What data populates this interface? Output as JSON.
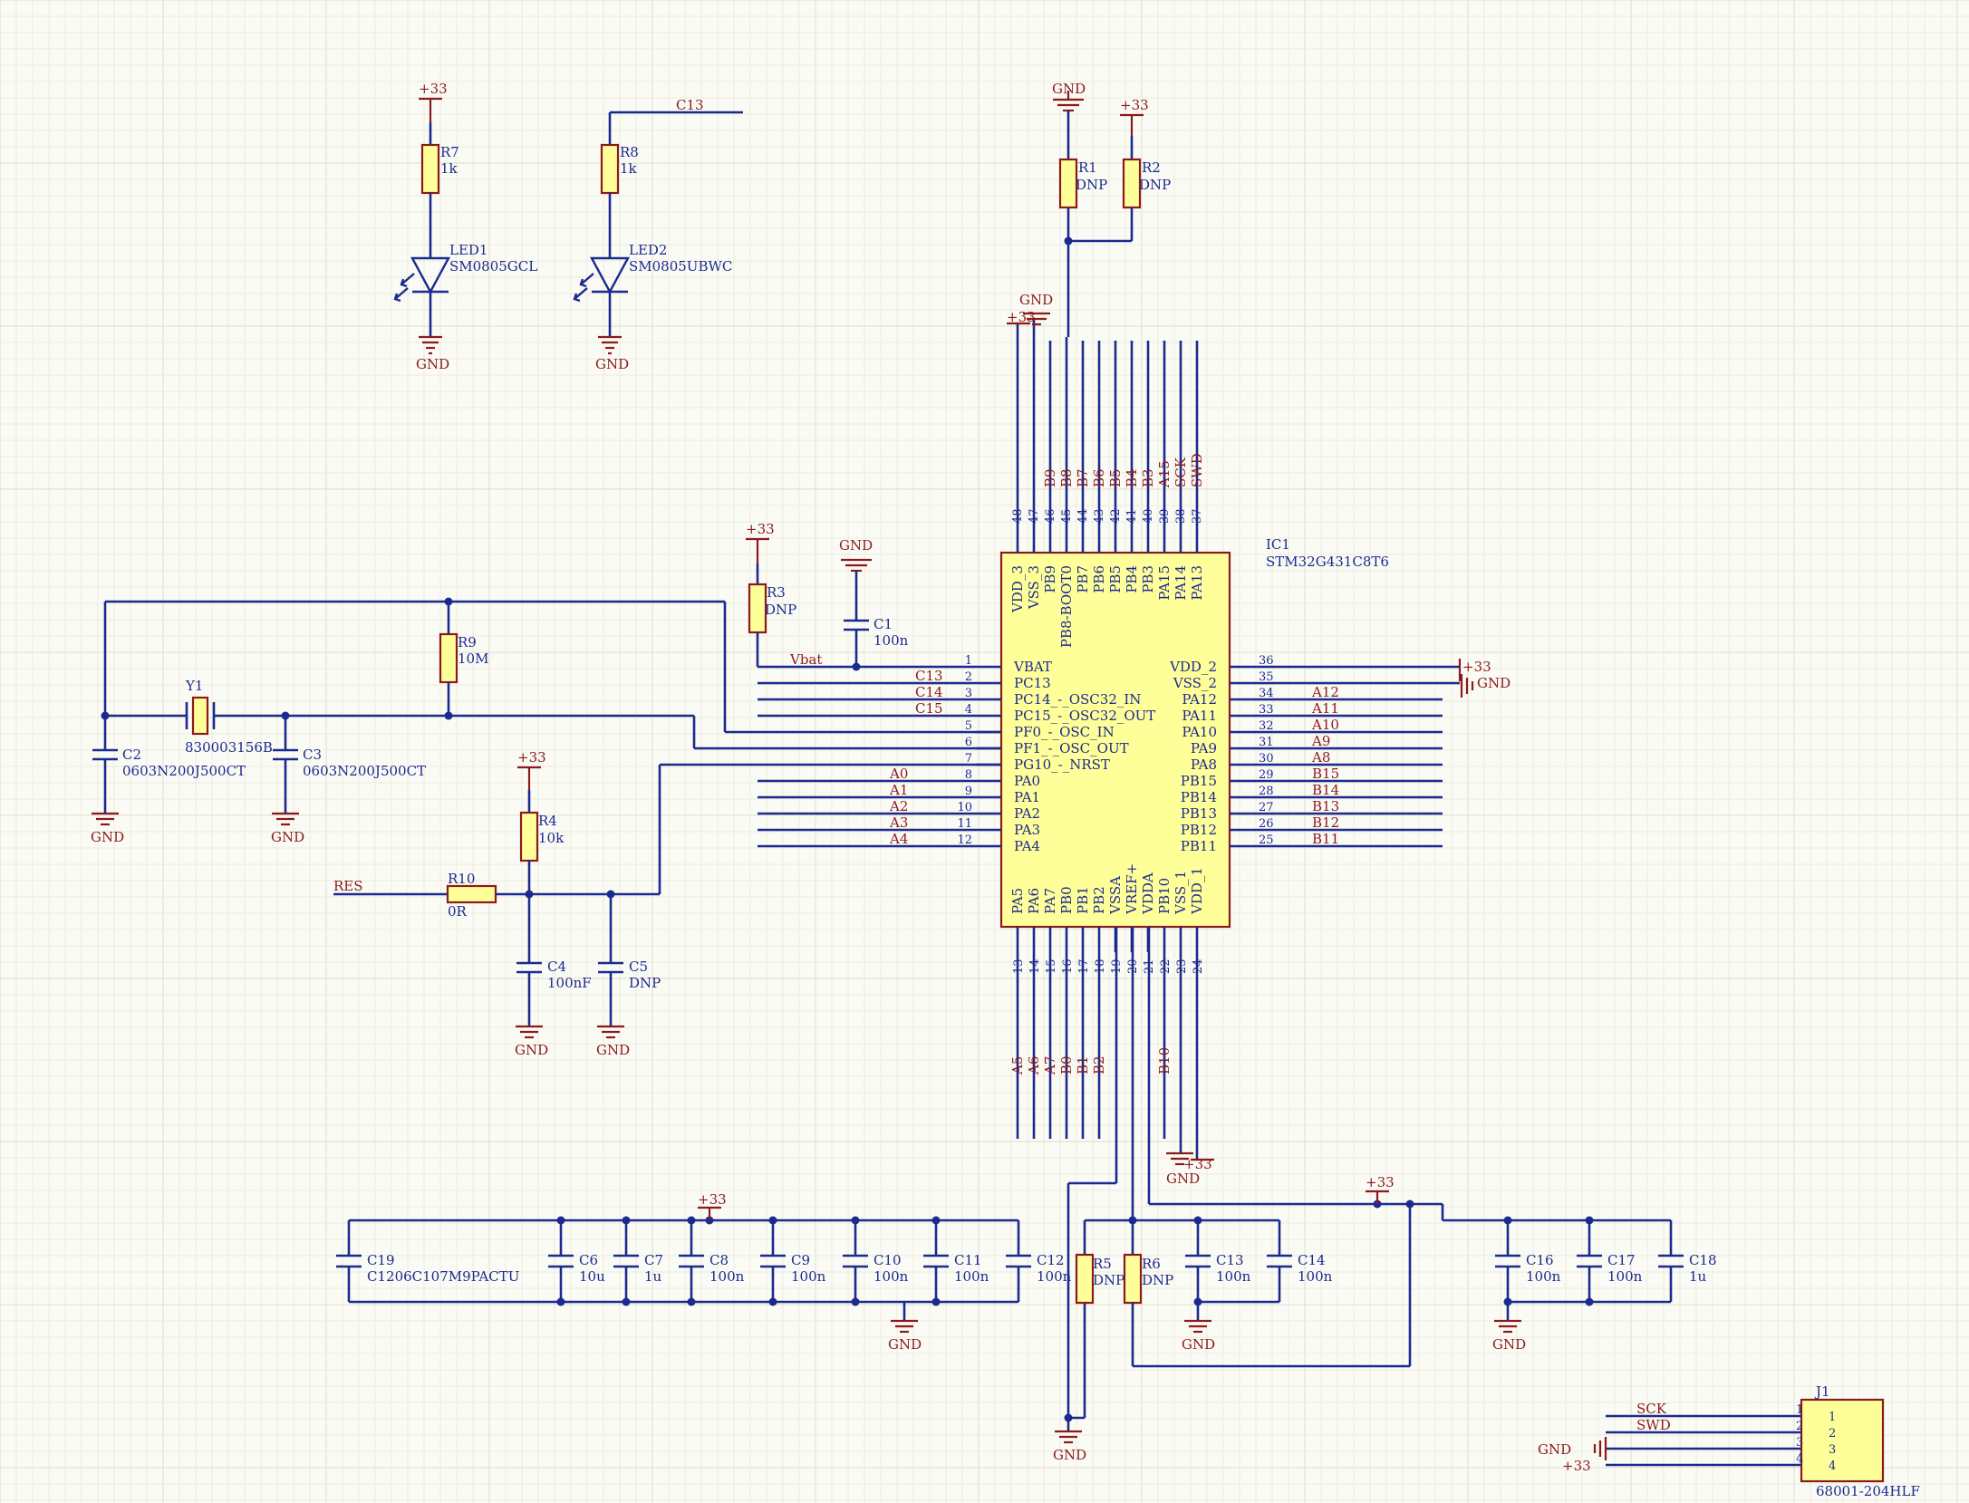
{
  "ic": {
    "designator": "IC1",
    "part": "STM32G431C8T6",
    "left_pins": [
      {
        "num": "1",
        "name": "VBAT"
      },
      {
        "num": "2",
        "name": "PC13"
      },
      {
        "num": "3",
        "name": "PC14_-_OSC32_IN"
      },
      {
        "num": "4",
        "name": "PC15_-_OSC32_OUT"
      },
      {
        "num": "5",
        "name": "PF0_-_OSC_IN"
      },
      {
        "num": "6",
        "name": "PF1_-_OSC_OUT"
      },
      {
        "num": "7",
        "name": "PG10_-_NRST"
      },
      {
        "num": "8",
        "name": "PA0"
      },
      {
        "num": "9",
        "name": "PA1"
      },
      {
        "num": "10",
        "name": "PA2"
      },
      {
        "num": "11",
        "name": "PA3"
      },
      {
        "num": "12",
        "name": "PA4"
      }
    ],
    "right_pins": [
      {
        "num": "36",
        "name": "VDD_2"
      },
      {
        "num": "35",
        "name": "VSS_2"
      },
      {
        "num": "34",
        "name": "PA12"
      },
      {
        "num": "33",
        "name": "PA11"
      },
      {
        "num": "32",
        "name": "PA10"
      },
      {
        "num": "31",
        "name": "PA9"
      },
      {
        "num": "30",
        "name": "PA8"
      },
      {
        "num": "29",
        "name": "PB15"
      },
      {
        "num": "28",
        "name": "PB14"
      },
      {
        "num": "27",
        "name": "PB13"
      },
      {
        "num": "26",
        "name": "PB12"
      },
      {
        "num": "25",
        "name": "PB11"
      }
    ],
    "top_pins": [
      {
        "num": "48",
        "name": "VDD_3"
      },
      {
        "num": "47",
        "name": "VSS_3"
      },
      {
        "num": "46",
        "name": "PB9"
      },
      {
        "num": "45",
        "name": "PB8-BOOT0"
      },
      {
        "num": "44",
        "name": "PB7"
      },
      {
        "num": "43",
        "name": "PB6"
      },
      {
        "num": "42",
        "name": "PB5"
      },
      {
        "num": "41",
        "name": "PB4"
      },
      {
        "num": "40",
        "name": "PB3"
      },
      {
        "num": "39",
        "name": "PA15"
      },
      {
        "num": "38",
        "name": "PA14"
      },
      {
        "num": "37",
        "name": "PA13"
      }
    ],
    "bottom_pins": [
      {
        "num": "13",
        "name": "PA5"
      },
      {
        "num": "14",
        "name": "PA6"
      },
      {
        "num": "15",
        "name": "PA7"
      },
      {
        "num": "16",
        "name": "PB0"
      },
      {
        "num": "17",
        "name": "PB1"
      },
      {
        "num": "18",
        "name": "PB2"
      },
      {
        "num": "19",
        "name": "VSSA"
      },
      {
        "num": "20",
        "name": "VREF+"
      },
      {
        "num": "21",
        "name": "VDDA"
      },
      {
        "num": "22",
        "name": "PB10"
      },
      {
        "num": "23",
        "name": "VSS_1"
      },
      {
        "num": "24",
        "name": "VDD_1"
      }
    ]
  },
  "net_labels": {
    "left": [
      "Vbat",
      "C13",
      "C14",
      "C15",
      "",
      "",
      "",
      "A0",
      "A1",
      "A2",
      "A3",
      "A4"
    ],
    "right": [
      "",
      "",
      "A12",
      "A11",
      "A10",
      "A9",
      "A8",
      "B15",
      "B14",
      "B13",
      "B12",
      "B11"
    ],
    "top": [
      "",
      "",
      "B9",
      "B8",
      "B7",
      "B6",
      "B5",
      "B4",
      "B3",
      "A15",
      "SCK",
      "SWD"
    ],
    "bottom": [
      "A5",
      "A6",
      "A7",
      "B0",
      "B1",
      "B2",
      "",
      "",
      "",
      "B10",
      "",
      ""
    ],
    "c13_top": "C13",
    "res": "RES"
  },
  "power": {
    "gnd": "GND",
    "v33": "+33"
  },
  "components": {
    "R7": {
      "ref": "R7",
      "val": "1k"
    },
    "R8": {
      "ref": "R8",
      "val": "1k"
    },
    "LED1": {
      "ref": "LED1",
      "val": "SM0805GCL"
    },
    "LED2": {
      "ref": "LED2",
      "val": "SM0805UBWC"
    },
    "R1": {
      "ref": "R1",
      "val": "DNP"
    },
    "R2": {
      "ref": "R2",
      "val": "DNP"
    },
    "R3": {
      "ref": "R3",
      "val": "DNP"
    },
    "C1": {
      "ref": "C1",
      "val": "100n"
    },
    "R9": {
      "ref": "R9",
      "val": "10M"
    },
    "Y1": {
      "ref": "Y1",
      "val": "830003156B"
    },
    "C2": {
      "ref": "C2",
      "val": "0603N200J500CT"
    },
    "C3": {
      "ref": "C3",
      "val": "0603N200J500CT"
    },
    "R4": {
      "ref": "R4",
      "val": "10k"
    },
    "R10": {
      "ref": "R10",
      "val": "0R"
    },
    "C4": {
      "ref": "C4",
      "val": "100nF"
    },
    "C5": {
      "ref": "C5",
      "val": "DNP"
    },
    "C19": {
      "ref": "C19",
      "val": "C1206C107M9PACTU"
    },
    "C6": {
      "ref": "C6",
      "val": "10u"
    },
    "C7": {
      "ref": "C7",
      "val": "1u"
    },
    "C8": {
      "ref": "C8",
      "val": "100n"
    },
    "C9": {
      "ref": "C9",
      "val": "100n"
    },
    "C10": {
      "ref": "C10",
      "val": "100n"
    },
    "C11": {
      "ref": "C11",
      "val": "100n"
    },
    "C12": {
      "ref": "C12",
      "val": "100n"
    },
    "R5": {
      "ref": "R5",
      "val": "DNP"
    },
    "R6": {
      "ref": "R6",
      "val": "DNP"
    },
    "C13": {
      "ref": "C13",
      "val": "100n"
    },
    "C14": {
      "ref": "C14",
      "val": "100n"
    },
    "C16": {
      "ref": "C16",
      "val": "100n"
    },
    "C17": {
      "ref": "C17",
      "val": "100n"
    },
    "C18": {
      "ref": "C18",
      "val": "1u"
    },
    "J1": {
      "ref": "J1",
      "val": "68001-204HLF",
      "pins": [
        "1",
        "2",
        "3",
        "4"
      ],
      "nets": [
        "SCK",
        "SWD"
      ]
    }
  },
  "colors": {
    "wire": "#1b2a8f",
    "power": "#8b1a1a",
    "component_fill": "#ffff99",
    "background": "#fbfbf5"
  }
}
